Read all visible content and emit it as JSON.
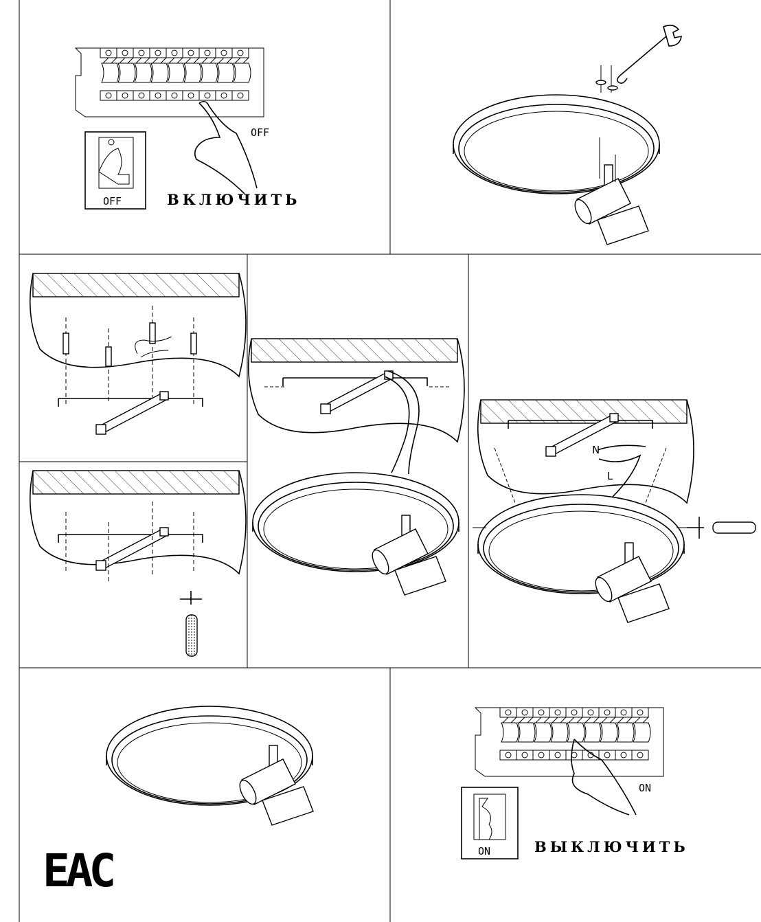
{
  "step1": {
    "off_label_panel": "OFF",
    "off_label_switch": "OFF",
    "action": "ВКЛЮЧИТЬ"
  },
  "step6": {
    "on_label_panel": "ON",
    "on_label_switch": "ON",
    "action": "ВЫКЛЮЧИТЬ"
  },
  "wiring": {
    "neutral": "N",
    "live": "L"
  },
  "certification": {
    "mark": "EAC"
  },
  "colors": {
    "line": "#000000",
    "background": "#ffffff"
  }
}
